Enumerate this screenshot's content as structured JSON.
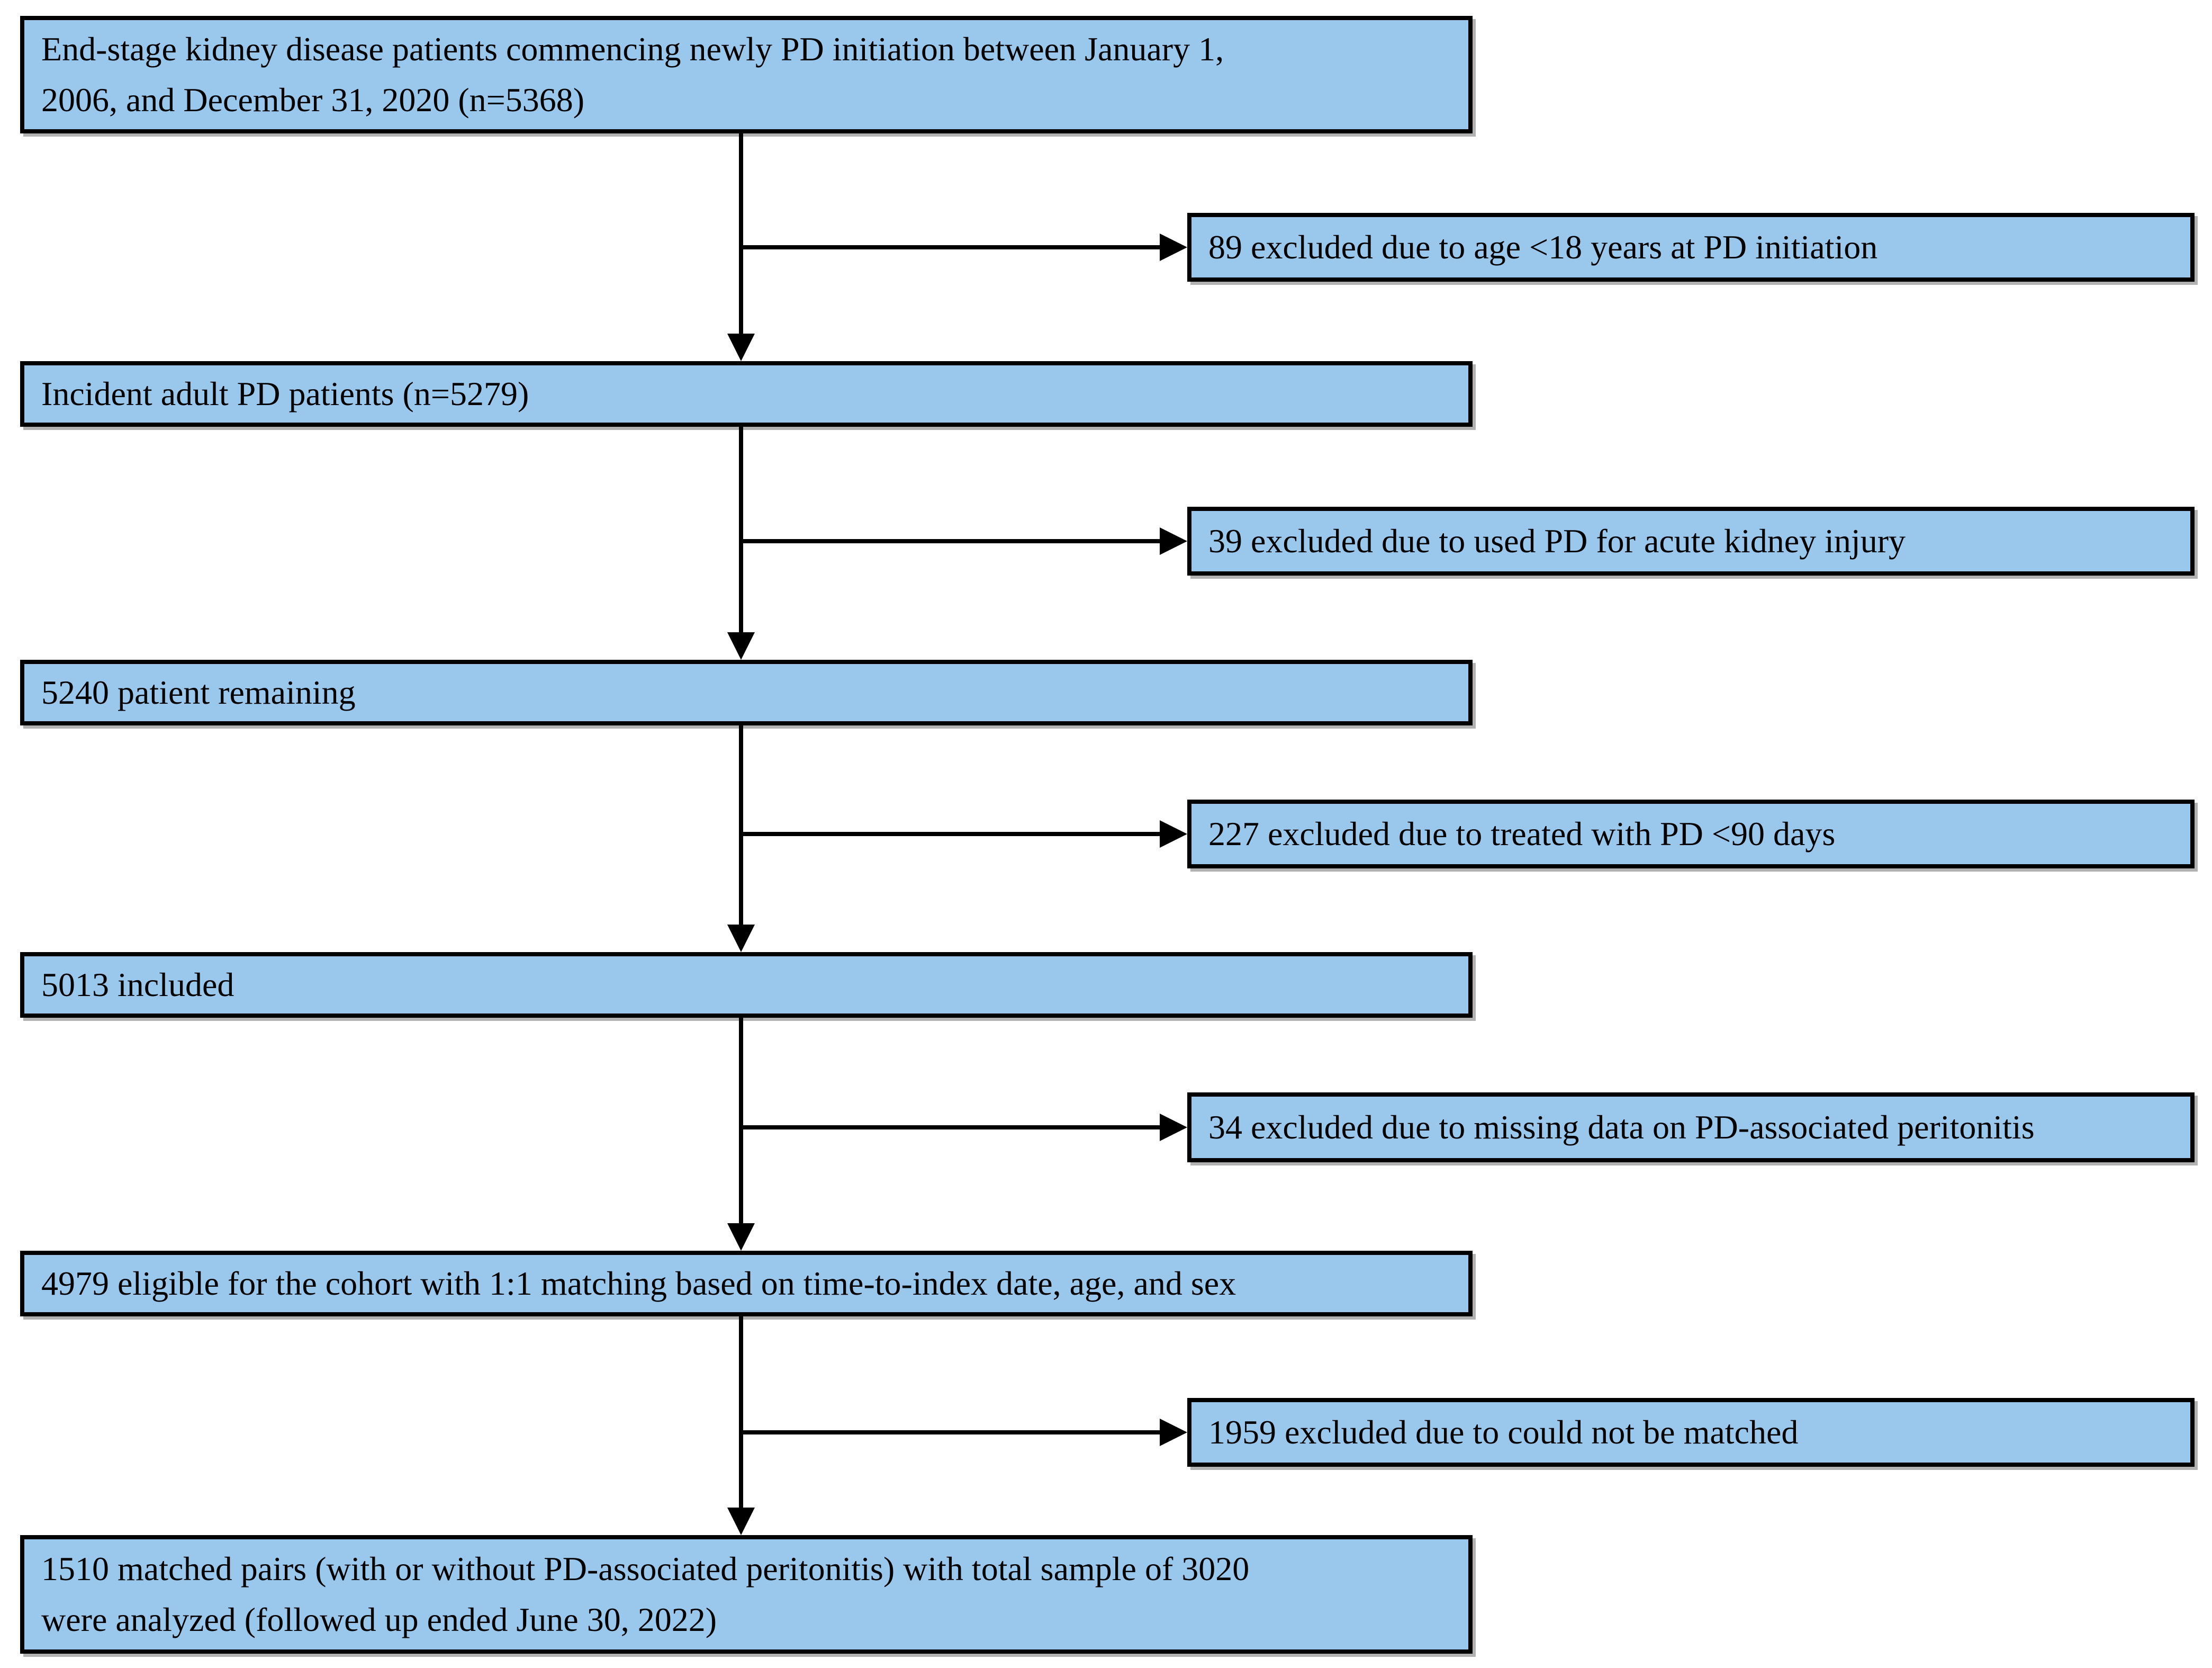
{
  "diagram": {
    "type": "flowchart",
    "box_fill_color": "#9AC7EC",
    "box_border_color": "#000000",
    "arrow_color": "#000000",
    "main_flow": [
      {
        "line1": "End-stage kidney disease patients commencing newly PD initiation between January 1,",
        "line2": "2006, and December 31, 2020 (n=5368)"
      },
      {
        "text": "Incident adult PD patients (n=5279)"
      },
      {
        "text": "5240 patient remaining"
      },
      {
        "text": "5013 included"
      },
      {
        "text": "4979 eligible for the cohort with 1:1 matching based on time-to-index date, age, and sex"
      },
      {
        "line1": "1510 matched pairs (with or without PD-associated peritonitis) with total sample of 3020",
        "line2": "were analyzed (followed up ended June 30, 2022)"
      }
    ],
    "exclusions": [
      {
        "text": "89 excluded due to age <18 years at PD initiation"
      },
      {
        "text": "39 excluded due to used PD for acute kidney injury"
      },
      {
        "text": "227 excluded due to treated with PD <90 days"
      },
      {
        "text": "34 excluded due to missing data on PD-associated peritonitis"
      },
      {
        "text": "1959 excluded due to could not be matched"
      }
    ]
  }
}
